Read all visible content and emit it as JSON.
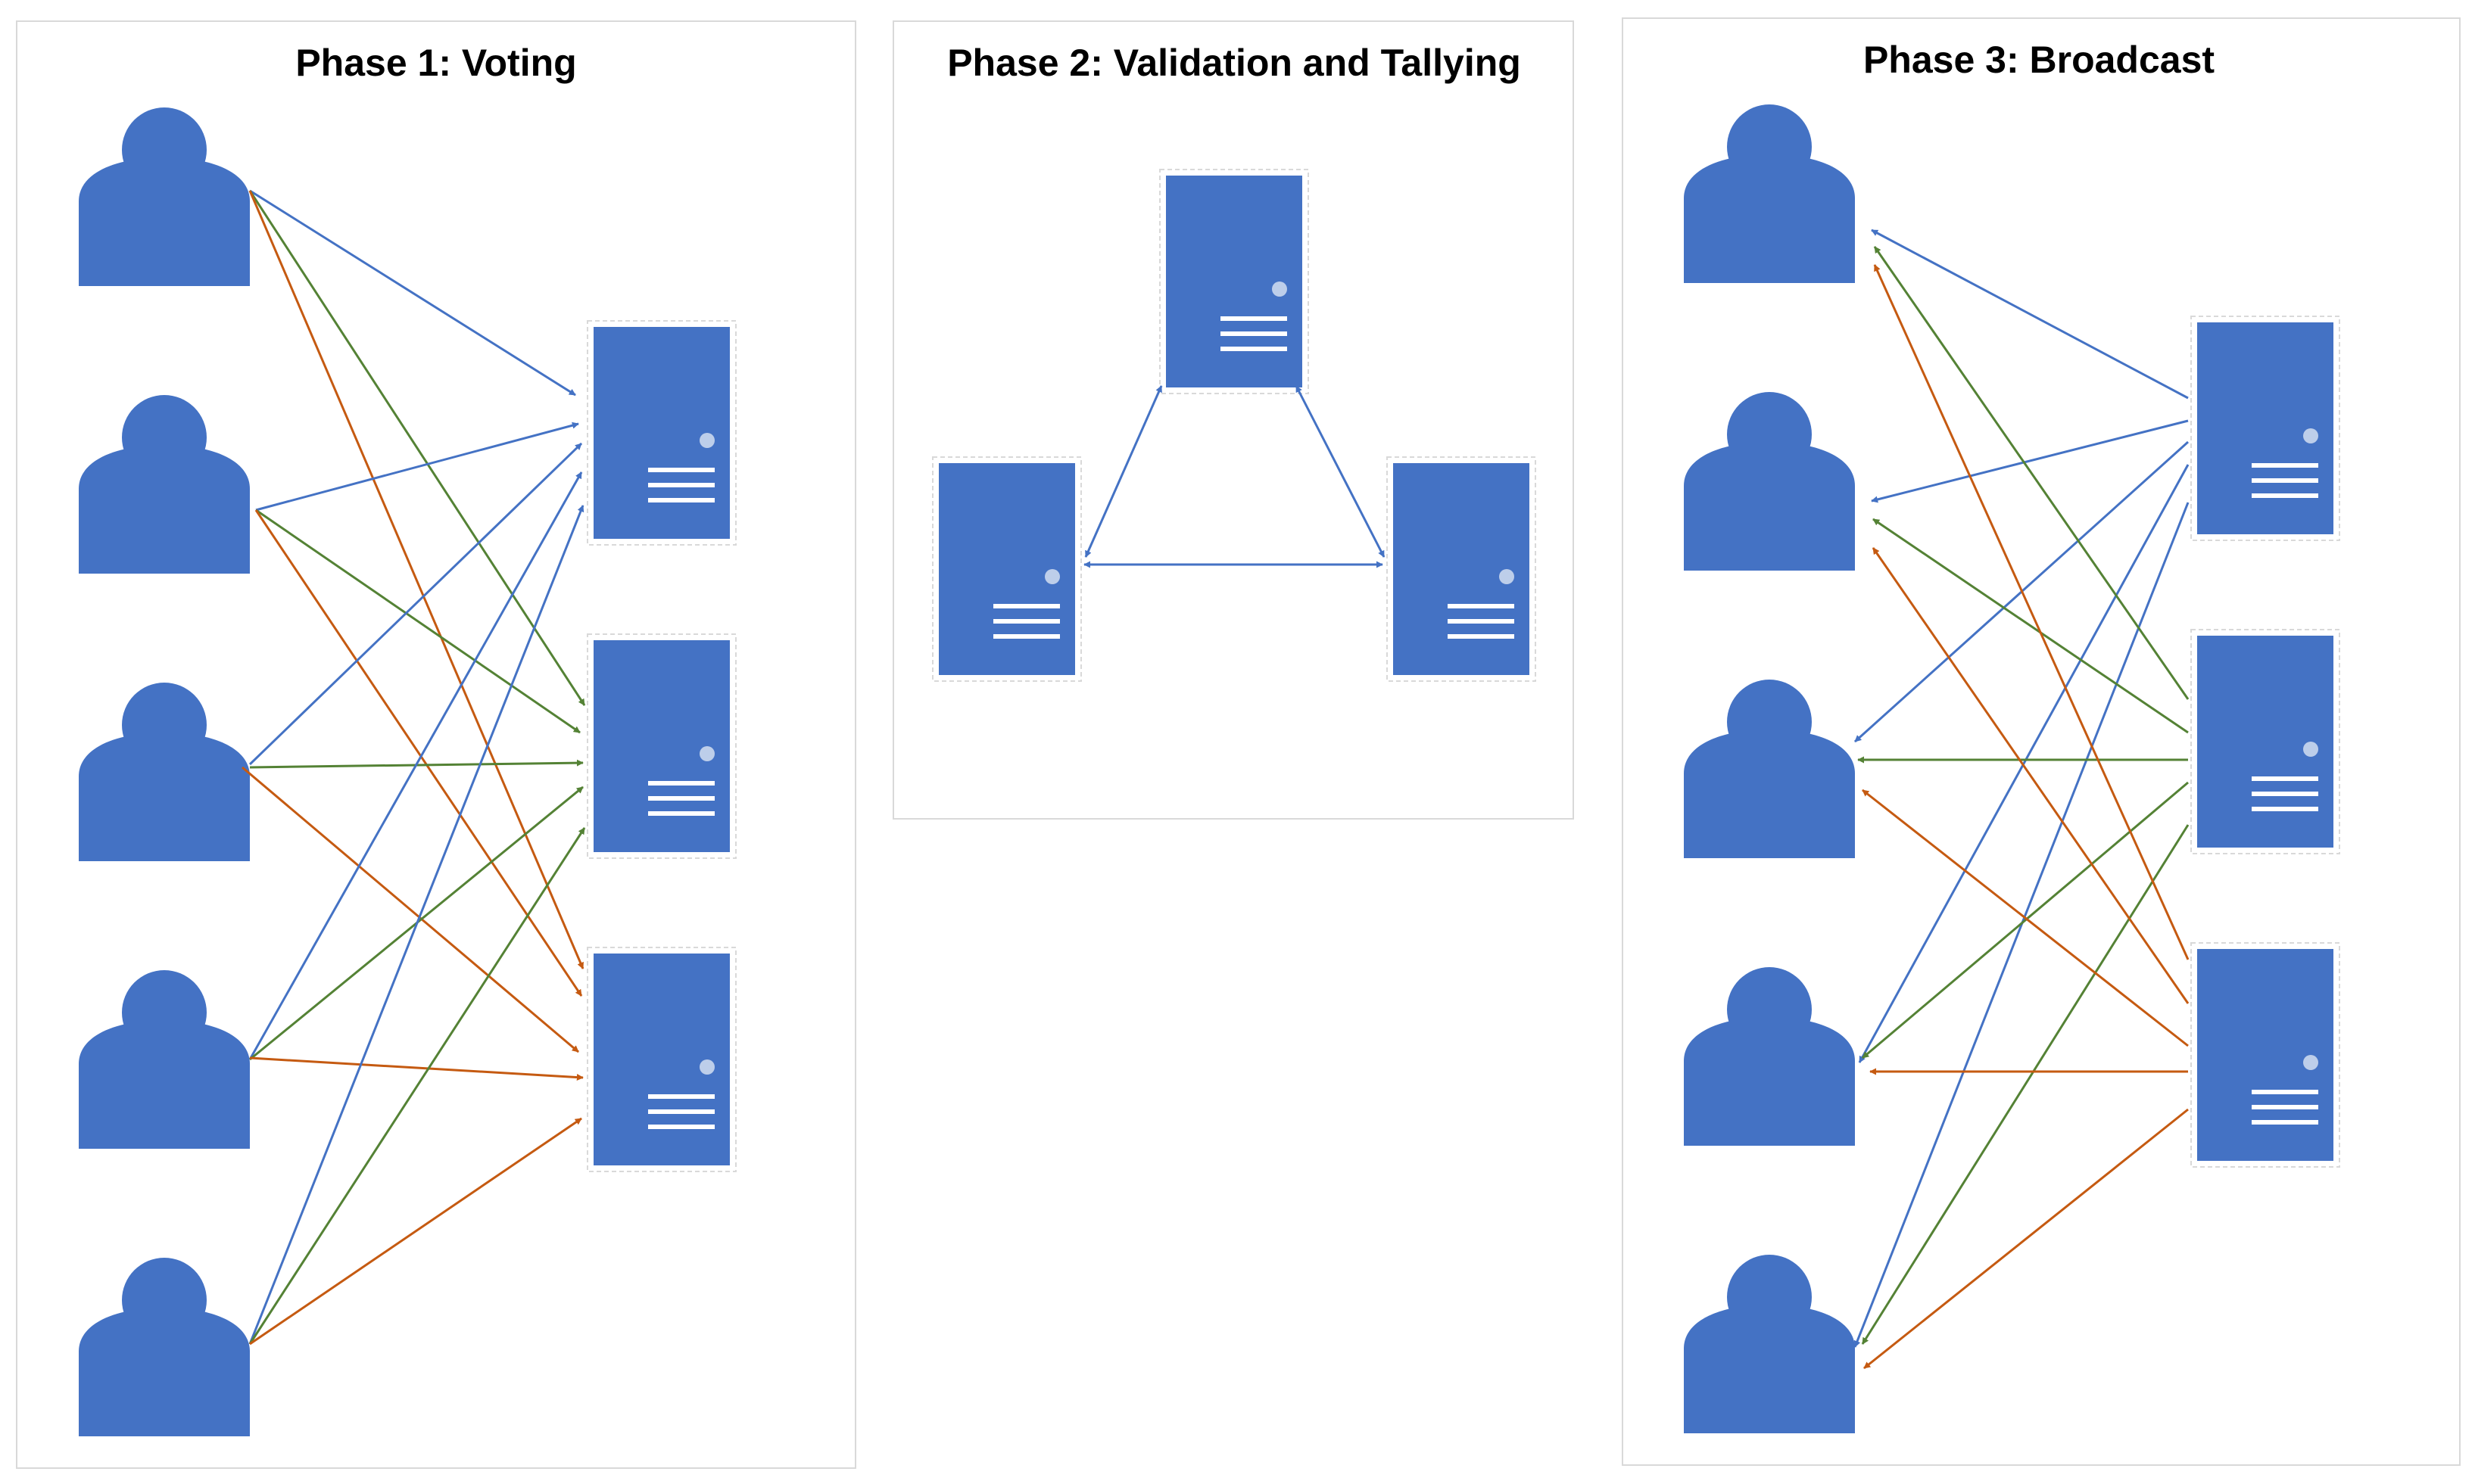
{
  "phases": [
    {
      "id": "phase1",
      "title": "Phase 1: Voting"
    },
    {
      "id": "phase2",
      "title": "Phase 2: Validation and Tallying"
    },
    {
      "id": "phase3",
      "title": "Phase 3: Broadcast"
    }
  ],
  "colors": {
    "icon": "#4472C4",
    "icon_detail": "#FFFFFF",
    "series_1": "#4472C4",
    "series_2": "#548235",
    "series_3": "#C55A11",
    "panel_border": "#D9D9D9"
  },
  "icons": {
    "voter": "person-icon",
    "node": "server-icon"
  }
}
